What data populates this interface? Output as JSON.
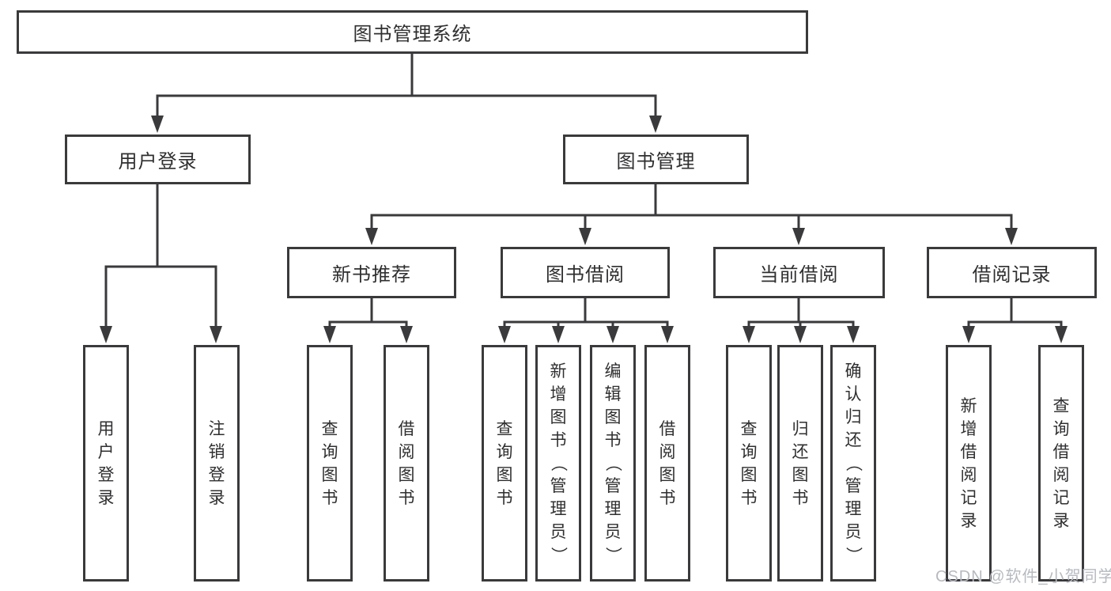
{
  "diagram": {
    "title": "图书管理系统",
    "branches": [
      {
        "label": "用户登录",
        "leaves": [
          "用户登录",
          "注销登录"
        ]
      },
      {
        "label": "图书管理",
        "groups": [
          {
            "label": "新书推荐",
            "leaves": [
              "查询图书",
              "借阅图书"
            ]
          },
          {
            "label": "图书借阅",
            "leaves": [
              "查询图书",
              "新增图书（管理员）",
              "编辑图书（管理员）",
              "借阅图书"
            ]
          },
          {
            "label": "当前借阅",
            "leaves": [
              "查询图书",
              "归还图书",
              "确认归还（管理员）"
            ]
          },
          {
            "label": "借阅记录",
            "leaves": [
              "新增借阅记录",
              "查询借阅记录"
            ]
          }
        ]
      }
    ]
  },
  "watermark": "CSDN @软件_小贺同学",
  "colors": {
    "line": "#3a3a3c",
    "text": "#2f2f31",
    "watermark": "#b6bac0",
    "background": "#ffffff"
  }
}
